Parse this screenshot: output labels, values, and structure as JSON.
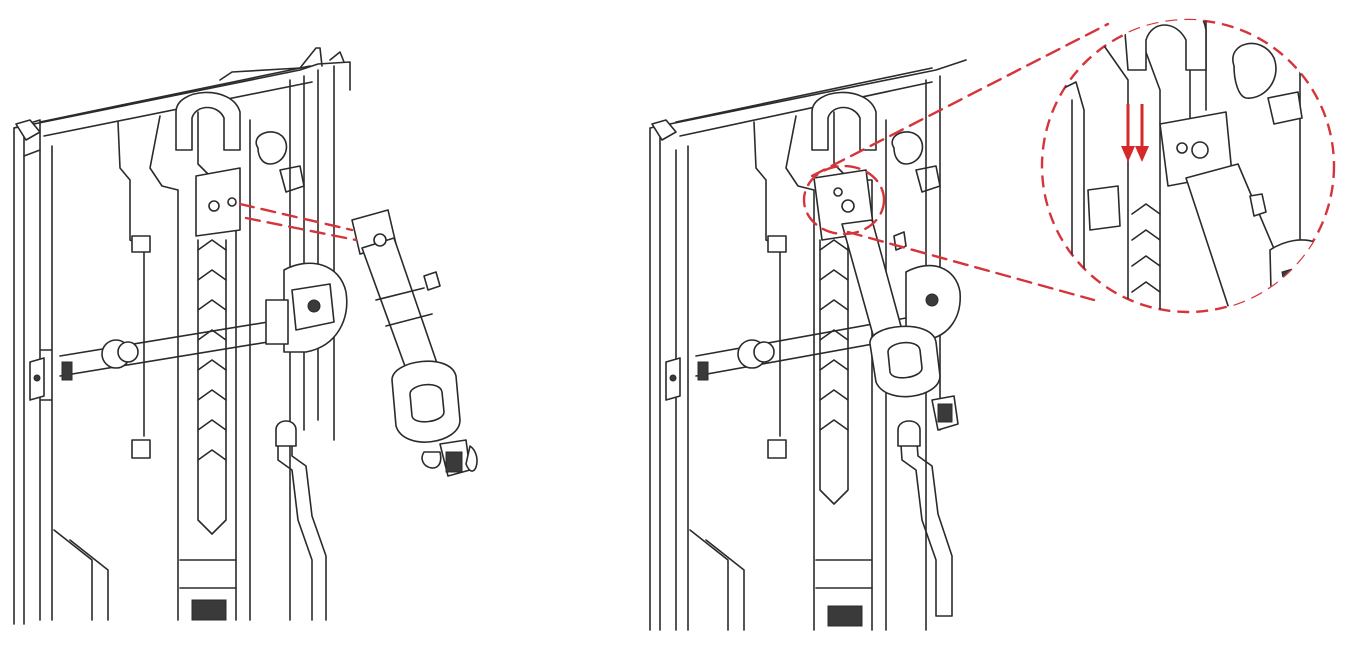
{
  "figure": {
    "panels": [
      {
        "id": "step-1",
        "description_label": ""
      },
      {
        "id": "step-2",
        "description_label": ""
      }
    ]
  },
  "colors": {
    "guide_line": "#d6343b",
    "arrow": "#d62828",
    "line_art": "#2b2b2b",
    "background": "#ffffff"
  },
  "icons": [
    "down-arrow-icon",
    "dashed-leader-line",
    "zoom-detail-circle"
  ]
}
